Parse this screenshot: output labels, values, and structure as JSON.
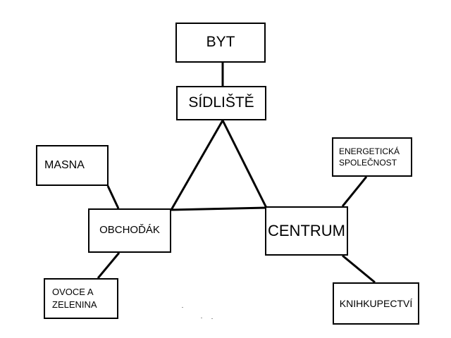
{
  "diagram": {
    "nodes": [
      {
        "id": "byt",
        "label": "BYT"
      },
      {
        "id": "sidliste",
        "label": "SÍDLIŠTĚ"
      },
      {
        "id": "masna",
        "label": "MASNA"
      },
      {
        "id": "obchodak",
        "label": "OBCHOĎÁK"
      },
      {
        "id": "ovoce",
        "label": "OVOCE A\nZELENINA"
      },
      {
        "id": "centrum",
        "label": "CENTRUM"
      },
      {
        "id": "energeticka",
        "label": "ENERGETICKÁ\nSPOLEČNOST"
      },
      {
        "id": "knihkupectvi",
        "label": "KNIHKUPECTVÍ"
      }
    ],
    "edges": [
      {
        "from": "byt",
        "to": "sidliste"
      },
      {
        "from": "sidliste",
        "to": "obchodak"
      },
      {
        "from": "sidliste",
        "to": "centrum"
      },
      {
        "from": "obchodak",
        "to": "centrum"
      },
      {
        "from": "masna",
        "to": "obchodak"
      },
      {
        "from": "obchodak",
        "to": "ovoce"
      },
      {
        "from": "energeticka",
        "to": "centrum"
      },
      {
        "from": "centrum",
        "to": "knihkupectvi"
      }
    ]
  },
  "colors": {
    "line": "#000000",
    "box_border": "#000000",
    "background": "#ffffff"
  }
}
